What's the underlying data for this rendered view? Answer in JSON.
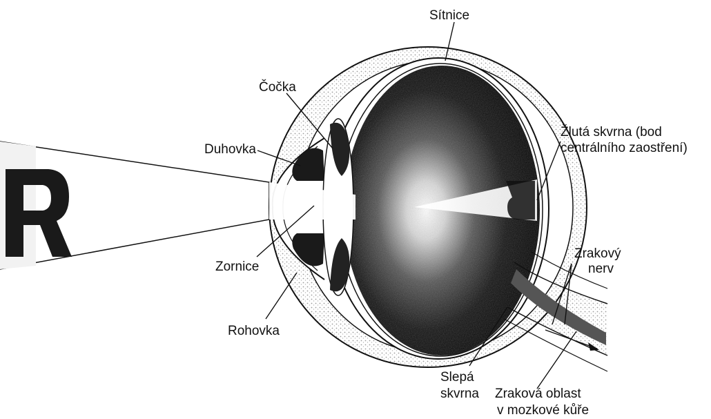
{
  "letter": "R",
  "labels": {
    "retina": "Sítnice",
    "lens": "Čočka",
    "iris": "Duhovka",
    "macula_line1": "Žlutá skvrna (bod",
    "macula_line2": "centrálního zaostření)",
    "pupil": "Zornice",
    "cornea": "Rohovka",
    "optic_nerve_line1": "Zrakový",
    "optic_nerve_line2": "nerv",
    "blind_spot_line1": "Slepá",
    "blind_spot_line2": "skvrna",
    "visual_cortex_line1": "Zraková oblast",
    "visual_cortex_line2": "v mozkové kůře"
  }
}
